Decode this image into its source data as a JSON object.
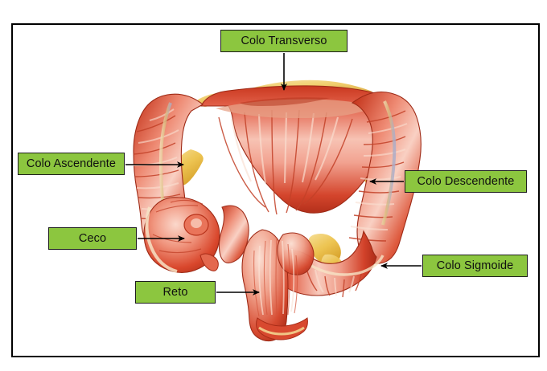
{
  "figure": {
    "subject": "Intestino Grosso (Colon) - anatomical illustration",
    "language": "pt-BR",
    "frame": {
      "border_color": "#000000",
      "background_color": "#ffffff"
    },
    "style": {
      "label_fill": "#8CC63F",
      "label_border": "#1d1d1d",
      "label_text_color": "#101010",
      "leader_color": "#000000",
      "illustration_tint_primary": "#d9452f",
      "illustration_tint_light": "#f0a898",
      "illustration_tint_fat": "#e9b73a"
    }
  },
  "labels": [
    {
      "id": "colo-transverso",
      "text": "Colo Transverso",
      "arrow_direction": "down"
    },
    {
      "id": "colo-ascendente",
      "text": "Colo Ascendente",
      "arrow_direction": "right"
    },
    {
      "id": "colo-descendente",
      "text": "Colo Descendente",
      "arrow_direction": "left"
    },
    {
      "id": "ceco",
      "text": "Ceco",
      "arrow_direction": "right"
    },
    {
      "id": "colo-sigmoide",
      "text": "Colo Sigmoide",
      "arrow_direction": "left"
    },
    {
      "id": "reto",
      "text": "Reto",
      "arrow_direction": "right"
    }
  ],
  "illustration": {
    "alt": "Desenho anatomico do intestino grosso mostrando ceco, colo ascendente, colo transverso, colo descendente, colo sigmoide e reto",
    "parts": [
      "ceco",
      "apendice",
      "colo ascendente",
      "flexura hepatica",
      "colo transverso",
      "flexura esplenica",
      "colo descendente",
      "colo sigmoide",
      "reto",
      "canal anal"
    ]
  }
}
